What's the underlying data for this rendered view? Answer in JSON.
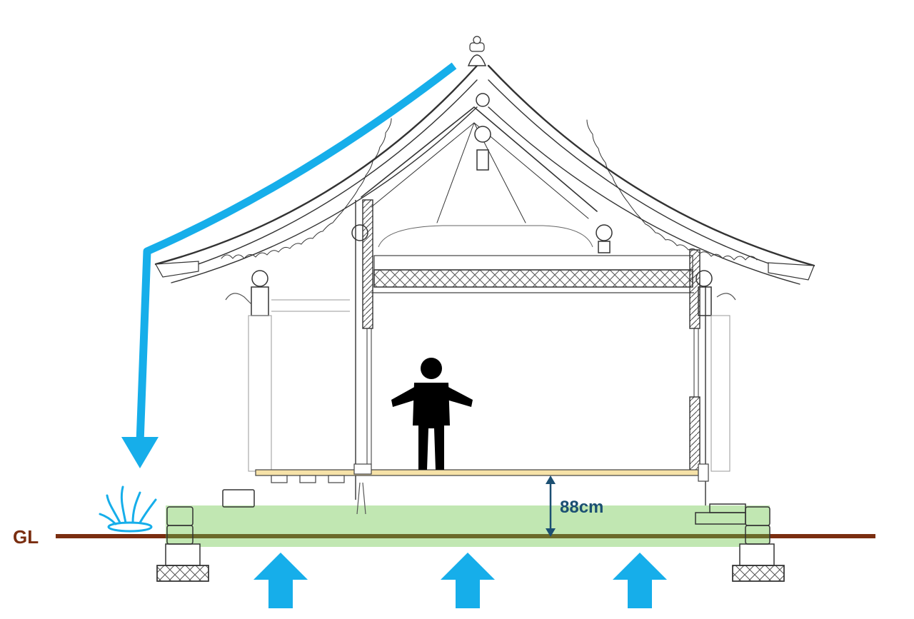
{
  "labels": {
    "ground_level": "GL",
    "floor_height": "88cm"
  },
  "colors": {
    "ground_line": "#7a2e10",
    "water_arrow": "#16aeea",
    "raised_zone": "#b6e3a4",
    "dimension": "#1b4f72",
    "structure_line": "#333333",
    "floor_board": "#e8c46a"
  },
  "icons": [
    "rain-runoff-arrow",
    "water-splash-icon",
    "upward-air-arrow",
    "person-silhouette-icon"
  ]
}
